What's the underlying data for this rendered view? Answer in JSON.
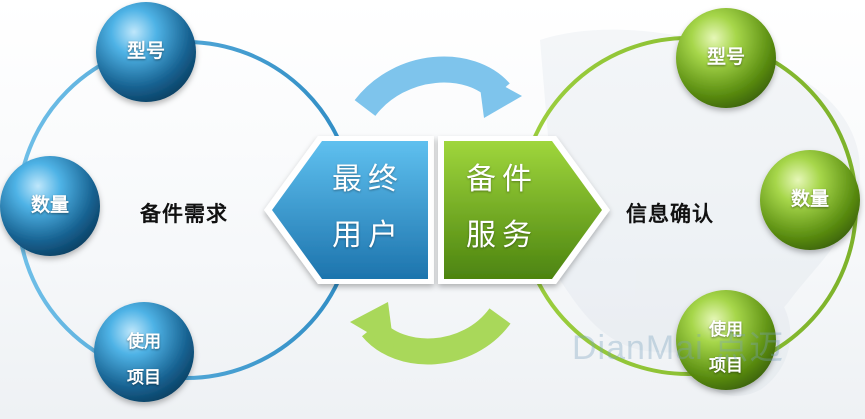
{
  "left_cycle": {
    "caption": "备件需求",
    "nodes": [
      {
        "id": "model",
        "label": "型号"
      },
      {
        "id": "quantity",
        "label": "数量"
      },
      {
        "id": "usage",
        "label": "使用\n项目"
      }
    ]
  },
  "right_cycle": {
    "caption": "信息确认",
    "nodes": [
      {
        "id": "model",
        "label": "型号"
      },
      {
        "id": "quantity",
        "label": "数量"
      },
      {
        "id": "usage",
        "label": "使用\n项目"
      }
    ]
  },
  "center": {
    "left_block": {
      "line1": "最终",
      "line2": "用户"
    },
    "right_block": {
      "line1": "备件",
      "line2": "服务"
    }
  },
  "watermark": "DianMai 点迈",
  "colors": {
    "blue_dark": "#0f4f76",
    "blue_light": "#4fb3e6",
    "green_dark": "#4a7a0c",
    "green_light": "#a6d64a",
    "arrow_blue": "#7ec4ec",
    "arrow_green": "#a9d85a"
  }
}
